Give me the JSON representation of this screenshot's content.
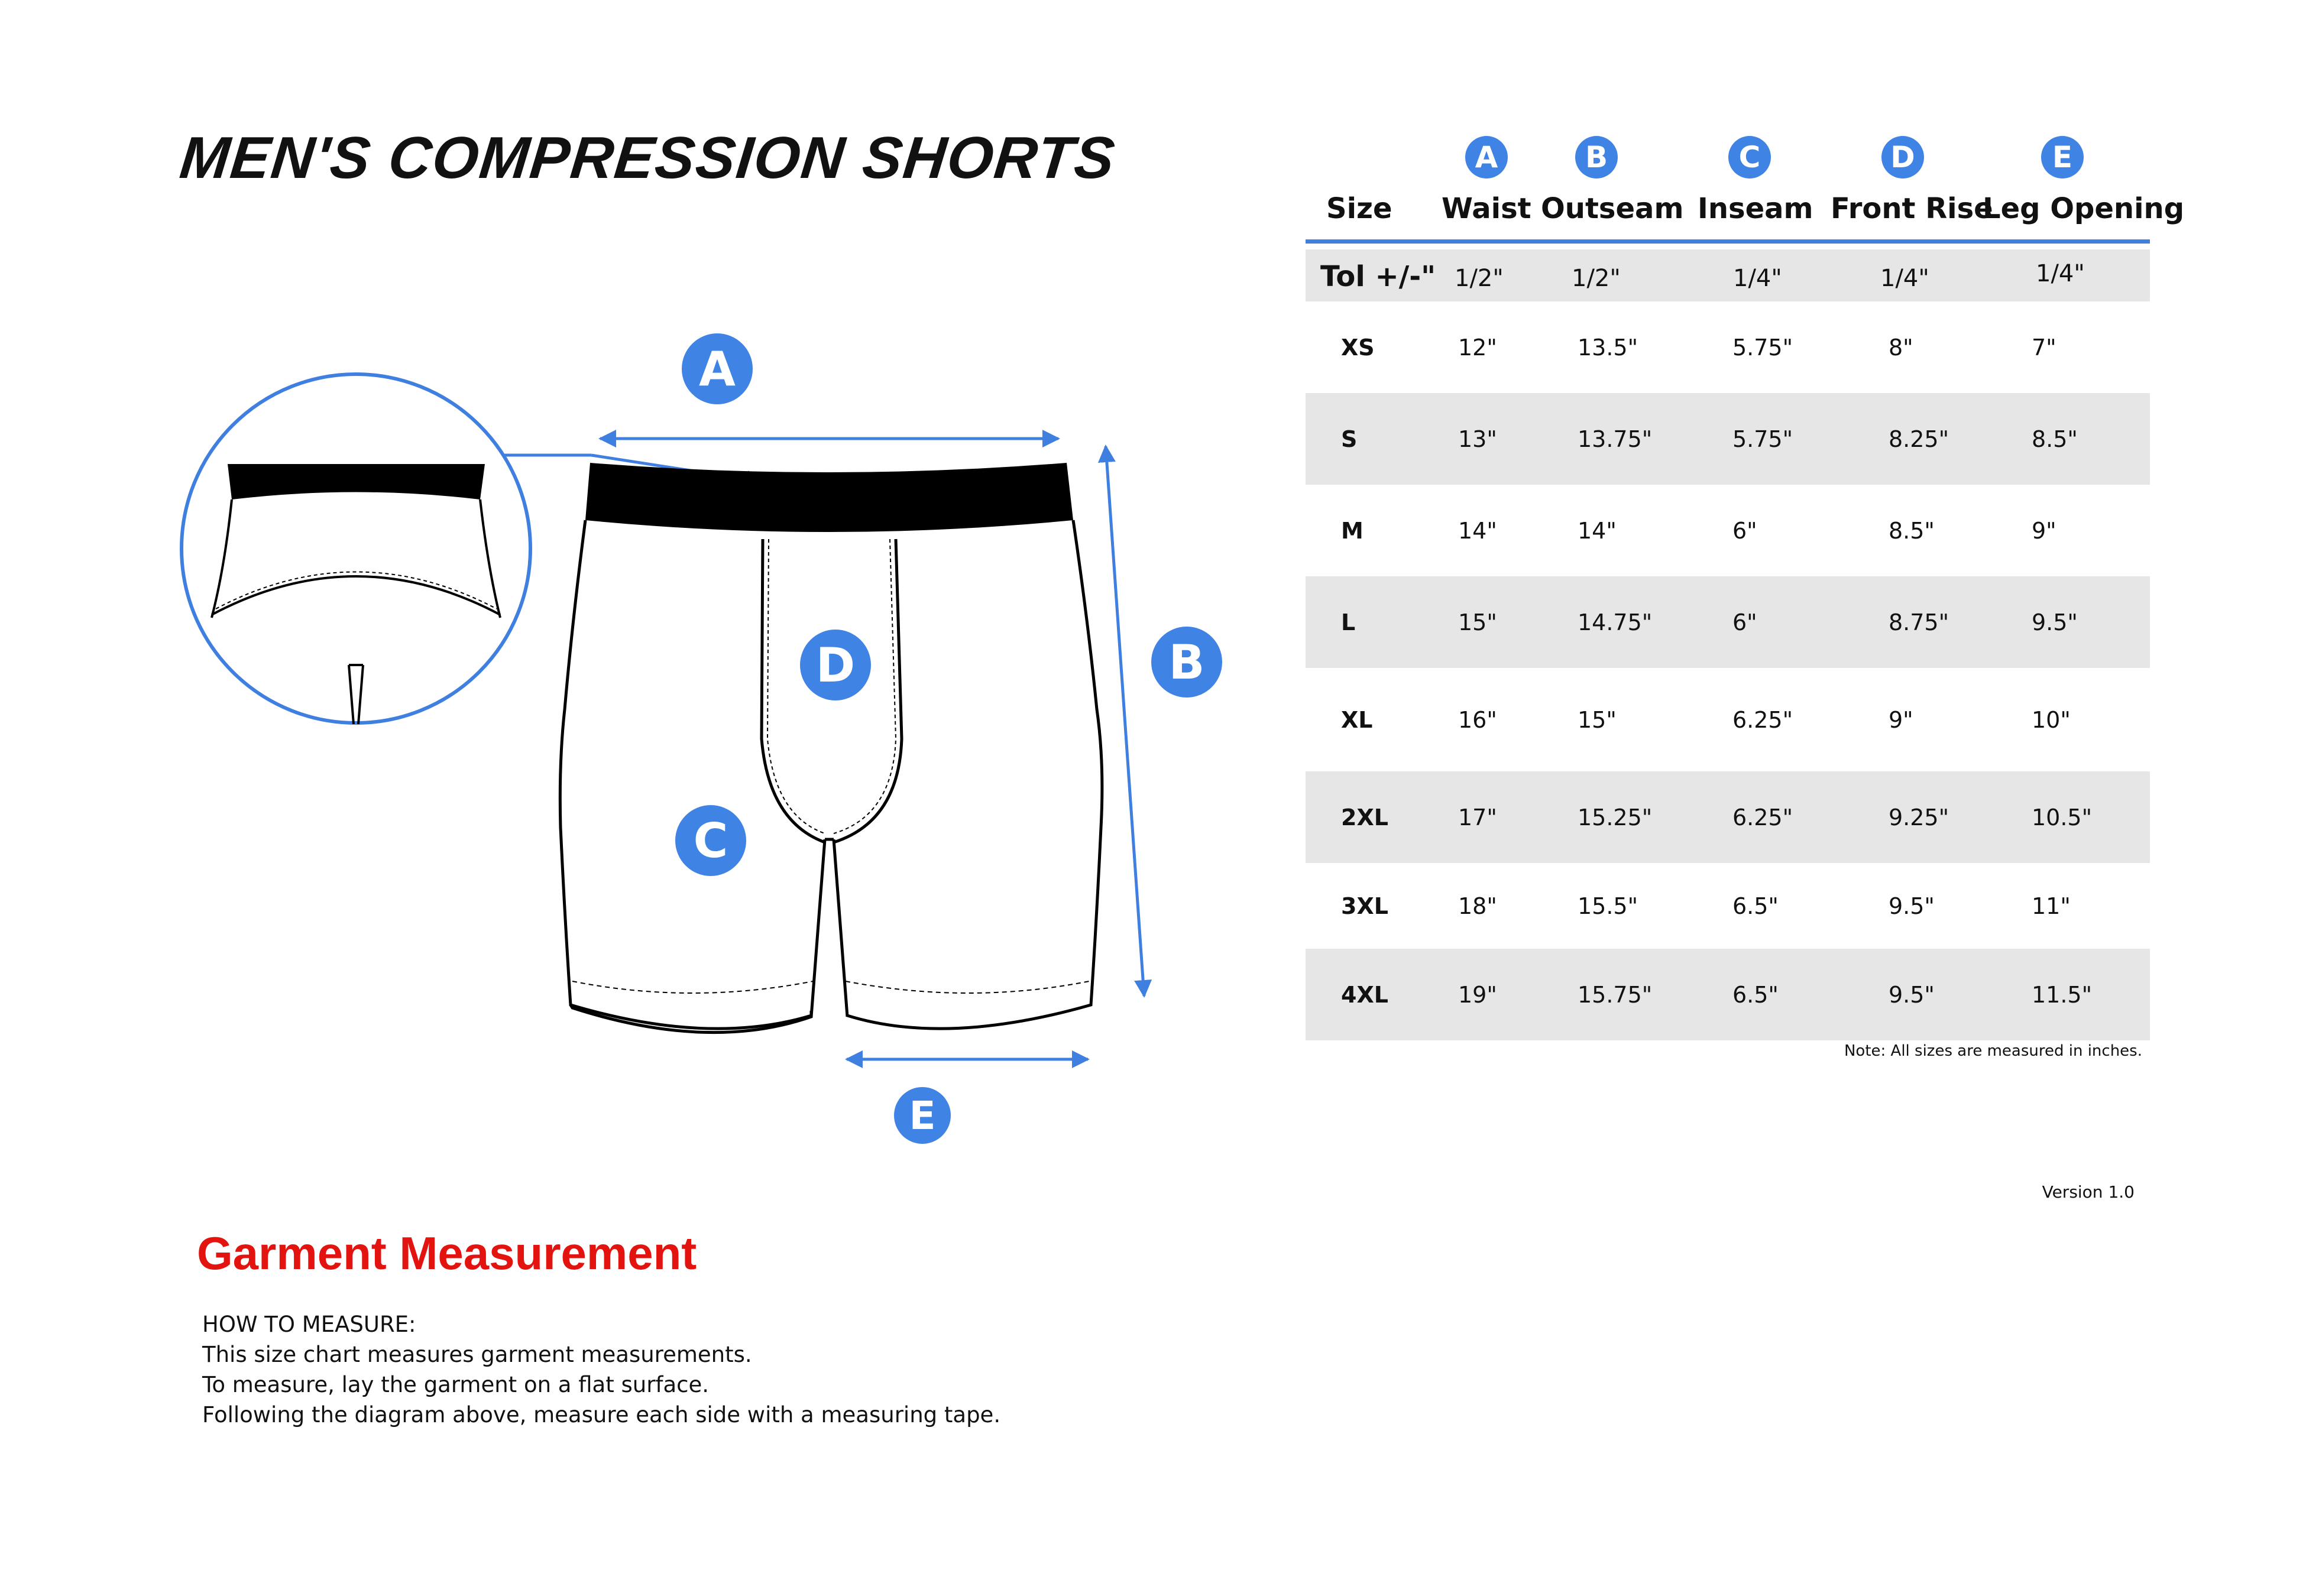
{
  "title": "MEN'S COMPRESSION SHORTS",
  "section_heading": "Garment Measurement",
  "instructions": [
    "HOW TO MEASURE:",
    "This size chart measures garment measurements.",
    "To measure, lay the garment on a flat surface.",
    "Following the diagram above, measure each side with a measuring tape."
  ],
  "diagram": {
    "labels": [
      "A",
      "B",
      "C",
      "D",
      "E"
    ],
    "accent_color": "#3f83e4"
  },
  "table": {
    "badges": [
      "A",
      "B",
      "C",
      "D",
      "E"
    ],
    "headers": [
      "Size",
      "Waist",
      "Outseam",
      "Inseam",
      "Front Rise",
      "Leg Opening"
    ],
    "tolerance": {
      "label": "Tol +/-\"",
      "values": [
        "1/2\"",
        "1/2\"",
        "1/4\"",
        "1/4\"",
        "1/4\""
      ]
    },
    "rows": [
      {
        "size": "XS",
        "values": [
          "12\"",
          "13.5\"",
          "5.75\"",
          "8\"",
          "7\""
        ]
      },
      {
        "size": "S",
        "values": [
          "13\"",
          "13.75\"",
          "5.75\"",
          "8.25\"",
          "8.5\""
        ]
      },
      {
        "size": "M",
        "values": [
          "14\"",
          "14\"",
          "6\"",
          "8.5\"",
          "9\""
        ]
      },
      {
        "size": "L",
        "values": [
          "15\"",
          "14.75\"",
          "6\"",
          "8.75\"",
          "9.5\""
        ]
      },
      {
        "size": "XL",
        "values": [
          "16\"",
          "15\"",
          "6.25\"",
          "9\"",
          "10\""
        ]
      },
      {
        "size": "2XL",
        "values": [
          "17\"",
          "15.25\"",
          "6.25\"",
          "9.25\"",
          "10.5\""
        ]
      },
      {
        "size": "3XL",
        "values": [
          "18\"",
          "15.5\"",
          "6.5\"",
          "9.5\"",
          "11\""
        ]
      },
      {
        "size": "4XL",
        "values": [
          "19\"",
          "15.75\"",
          "6.5\"",
          "9.5\"",
          "11.5\""
        ]
      }
    ],
    "note": "Note: All sizes are measured in inches."
  },
  "version": "Version 1.0",
  "colors": {
    "accent": "#3f83e4",
    "heading_red": "#e3130f",
    "row_shade": "#e6e6e6"
  }
}
